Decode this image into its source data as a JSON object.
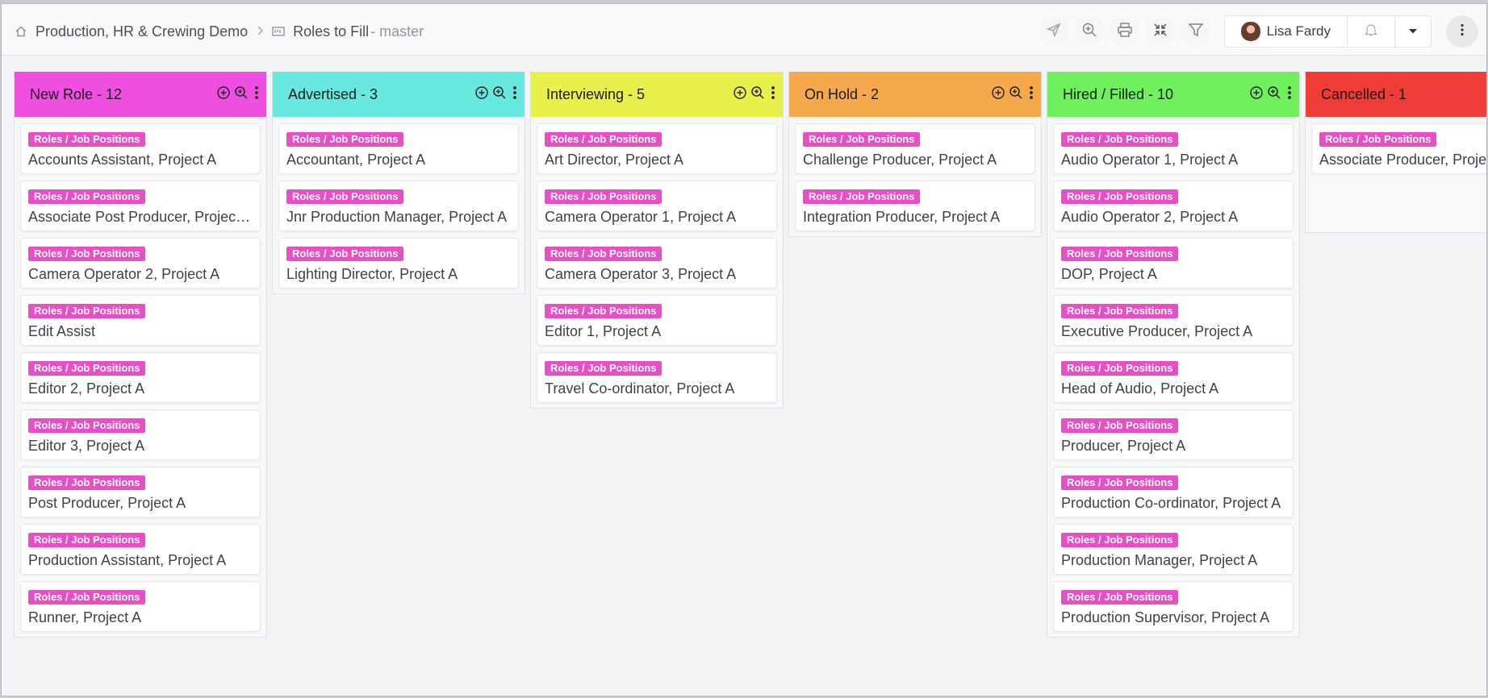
{
  "breadcrumb": {
    "app": "Production, HR & Crewing Demo",
    "view": "Roles to Fill",
    "branch": "- master"
  },
  "user": {
    "name": "Lisa Fardy"
  },
  "tag_label": "Roles / Job Positions",
  "colors": {
    "tag": "#ea4ec7",
    "new_role": "#ee4fe0",
    "advertised": "#67e9df",
    "interviewing": "#e8f04a",
    "on_hold": "#f6a84c",
    "hired": "#6ff05d",
    "cancelled": "#ef3c36"
  },
  "columns": [
    {
      "title": "New Role - 12",
      "color": "#ee4fe0",
      "cards": [
        "Accounts Assistant, Project A",
        "Associate Post Producer, Project A",
        "Camera Operator 2, Project A",
        "Edit Assist",
        "Editor 2, Project A",
        "Editor 3, Project A",
        "Post Producer, Project A",
        "Production Assistant, Project A",
        "Runner, Project A"
      ]
    },
    {
      "title": "Advertised - 3",
      "color": "#67e9df",
      "cards": [
        "Accountant, Project A",
        "Jnr Production Manager, Project A",
        "Lighting Director, Project A"
      ]
    },
    {
      "title": "Interviewing - 5",
      "color": "#e8f04a",
      "cards": [
        "Art Director, Project A",
        "Camera Operator 1, Project A",
        "Camera Operator 3, Project A",
        "Editor 1, Project A",
        "Travel Co-ordinator, Project A"
      ]
    },
    {
      "title": "On Hold - 2",
      "color": "#f6a84c",
      "cards": [
        "Challenge Producer, Project A",
        "Integration Producer, Project A"
      ]
    },
    {
      "title": "Hired / Filled - 10",
      "color": "#6ff05d",
      "cards": [
        "Audio Operator 1, Project A",
        "Audio Operator 2, Project A",
        "DOP, Project A",
        "Executive Producer, Project A",
        "Head of Audio, Project A",
        "Producer, Project A",
        "Production Co-ordinator, Project A",
        "Production Manager, Project A",
        "Production Supervisor, Project A"
      ]
    },
    {
      "title": "Cancelled - 1",
      "color": "#ef3c36",
      "cards": [
        "Associate Producer, Project A"
      ]
    }
  ]
}
